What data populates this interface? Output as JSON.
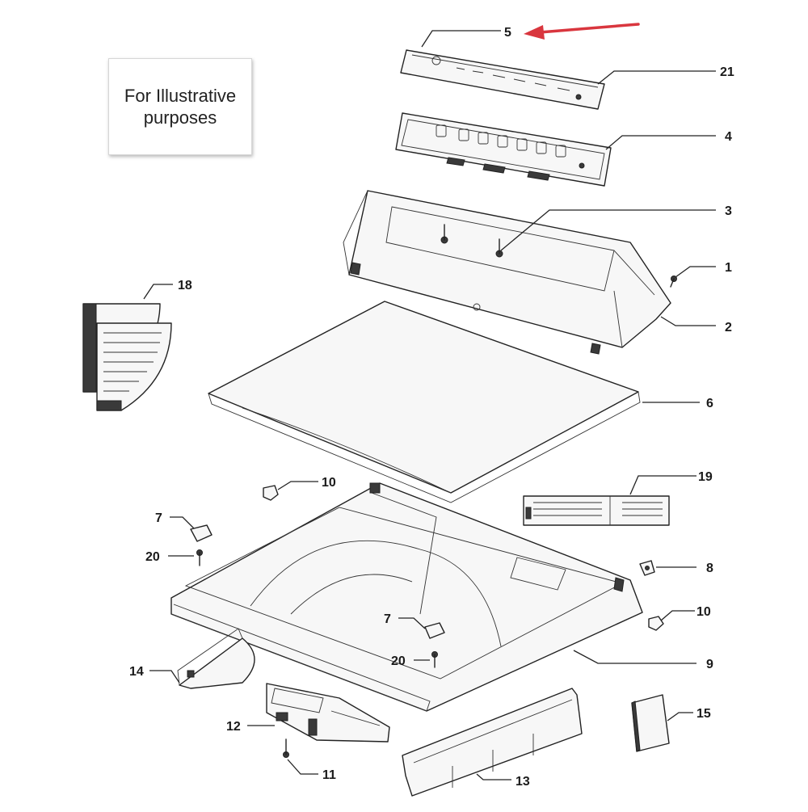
{
  "note": {
    "line1": "For Illustrative",
    "line2": "purposes"
  },
  "callouts": {
    "c1": "1",
    "c2": "2",
    "c3": "3",
    "c4": "4",
    "c5": "5",
    "c6": "6",
    "c7a": "7",
    "c7b": "7",
    "c8": "8",
    "c9": "9",
    "c10a": "10",
    "c10b": "10",
    "c11": "11",
    "c12": "12",
    "c13": "13",
    "c14": "14",
    "c15": "15",
    "c18": "18",
    "c19": "19",
    "c20a": "20",
    "c20b": "20",
    "c21": "21"
  },
  "colors": {
    "highlight_arrow": "#d9363e",
    "line_art": "#222222"
  }
}
